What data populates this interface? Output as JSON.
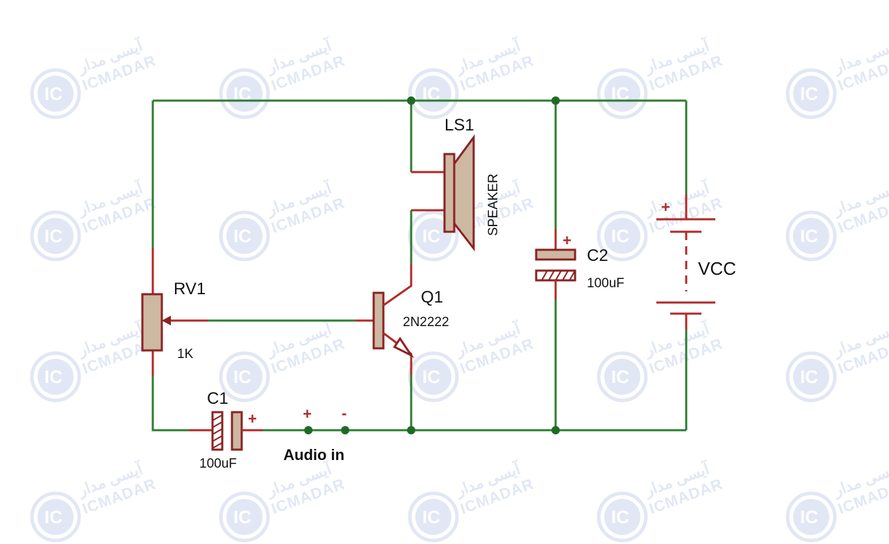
{
  "components": {
    "speaker": {
      "ref": "LS1",
      "value": "SPEAKER"
    },
    "potentiometer": {
      "ref": "RV1",
      "value": "1K"
    },
    "transistor": {
      "ref": "Q1",
      "value": "2N2222"
    },
    "input_capacitor": {
      "ref": "C1",
      "value": "100uF",
      "polarity": "+"
    },
    "supply_capacitor": {
      "ref": "C2",
      "value": "100uF",
      "polarity": "+"
    },
    "battery": {
      "ref": "VCC",
      "polarity": "+"
    }
  },
  "audio_input": {
    "label": "Audio in",
    "plus": "+",
    "minus": "-"
  },
  "watermark": {
    "brand": "ICMADAR",
    "badge": "IC",
    "persian": "آیسی مدار"
  },
  "colors": {
    "wire": "#2e7d32",
    "pin": "#b12a2a",
    "component_body": "#cdb8a2",
    "watermark": "#1e4fae"
  }
}
